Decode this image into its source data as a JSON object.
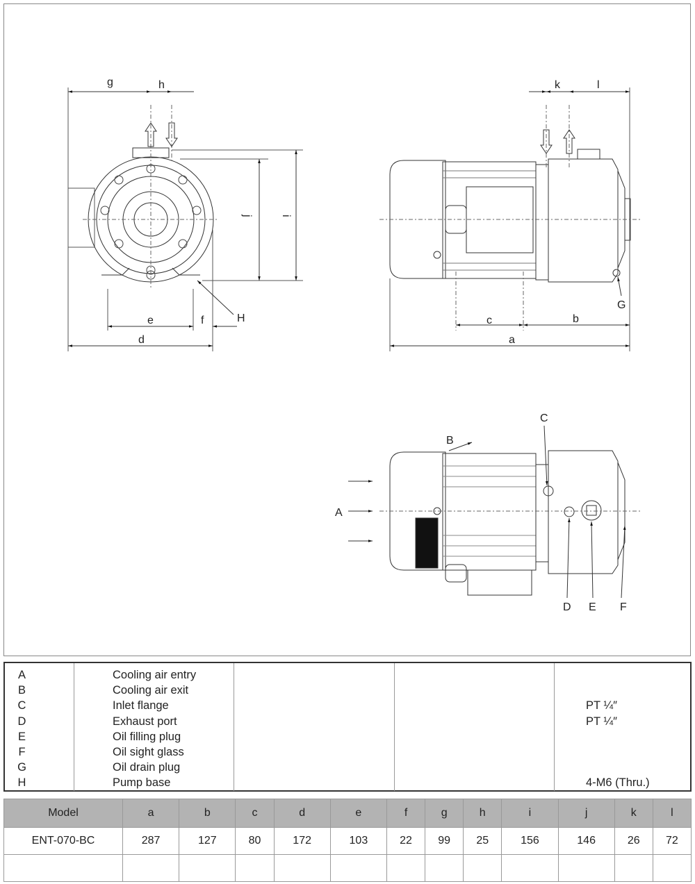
{
  "front_view": {
    "dim_labels": {
      "g": "g",
      "h": "h",
      "i": "i",
      "j": "j",
      "e": "e",
      "f": "f",
      "d": "d"
    },
    "callouts": {
      "H": "H"
    }
  },
  "side_view": {
    "dim_labels": {
      "k": "k",
      "l": "l",
      "c": "c",
      "b": "b",
      "a": "a"
    },
    "callouts": {
      "G": "G"
    }
  },
  "bottom_view": {
    "callouts": {
      "A": "A",
      "B": "B",
      "C": "C",
      "D": "D",
      "E": "E",
      "F": "F"
    }
  },
  "legend": [
    {
      "key": "A",
      "description": "Cooling air entry",
      "spec": ""
    },
    {
      "key": "B",
      "description": "Cooling air exit",
      "spec": ""
    },
    {
      "key": "C",
      "description": "Inlet flange",
      "spec": "PT ¼″"
    },
    {
      "key": "D",
      "description": "Exhaust port",
      "spec": "PT ¼″"
    },
    {
      "key": "E",
      "description": "Oil filling plug",
      "spec": ""
    },
    {
      "key": "F",
      "description": "Oil sight glass",
      "spec": ""
    },
    {
      "key": "G",
      "description": "Oil drain plug",
      "spec": ""
    },
    {
      "key": "H",
      "description": "Pump base",
      "spec": "4-M6 (Thru.)"
    }
  ],
  "dimension_table": {
    "headers": [
      "Model",
      "a",
      "b",
      "c",
      "d",
      "e",
      "f",
      "g",
      "h",
      "i",
      "j",
      "k",
      "l"
    ],
    "rows": [
      [
        "ENT-070-BC",
        "287",
        "127",
        "80",
        "172",
        "103",
        "22",
        "99",
        "25",
        "156",
        "146",
        "26",
        "72"
      ]
    ]
  }
}
